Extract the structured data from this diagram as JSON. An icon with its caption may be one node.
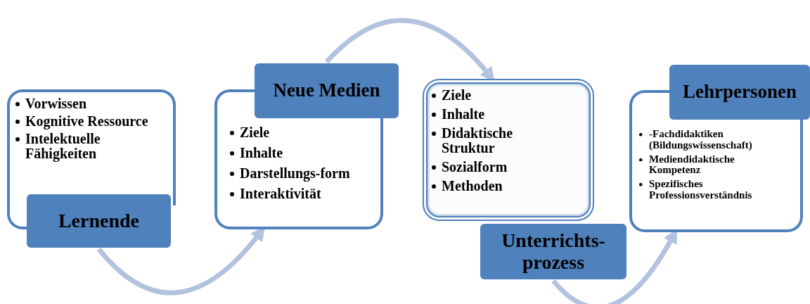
{
  "diagram": {
    "nodes": [
      {
        "text": [
          "Vorwissen",
          "Kognitive Ressource",
          "Intelektuelle Fähigkeiten"
        ]
      },
      {
        "text": [
          "Lernende"
        ]
      },
      {
        "text": [
          "Neue Medien"
        ]
      },
      {
        "text": [
          "Ziele",
          "Inhalte",
          "Darstellungs-form",
          "Interaktivität"
        ]
      },
      {
        "text": [
          "Ziele",
          "Inhalte",
          "Didaktische Struktur",
          "Sozialform",
          "Methoden"
        ]
      },
      {
        "text": [
          "Unterrichts- prozess"
        ]
      },
      {
        "text": [
          "Lehrpersonen"
        ]
      },
      {
        "text": [
          "-Fachdidaktiken (Bildungswissenschaft)",
          "Mediendidaktische Kompetenz",
          "Spezifisches Professionsverständnis"
        ]
      }
    ],
    "edges": [
      {
        "from": 1,
        "to": 3,
        "arrow": "to"
      },
      {
        "from": 2,
        "to": 4,
        "arrow": "to"
      },
      {
        "from": 5,
        "to": 7,
        "arrow": "to"
      }
    ]
  }
}
